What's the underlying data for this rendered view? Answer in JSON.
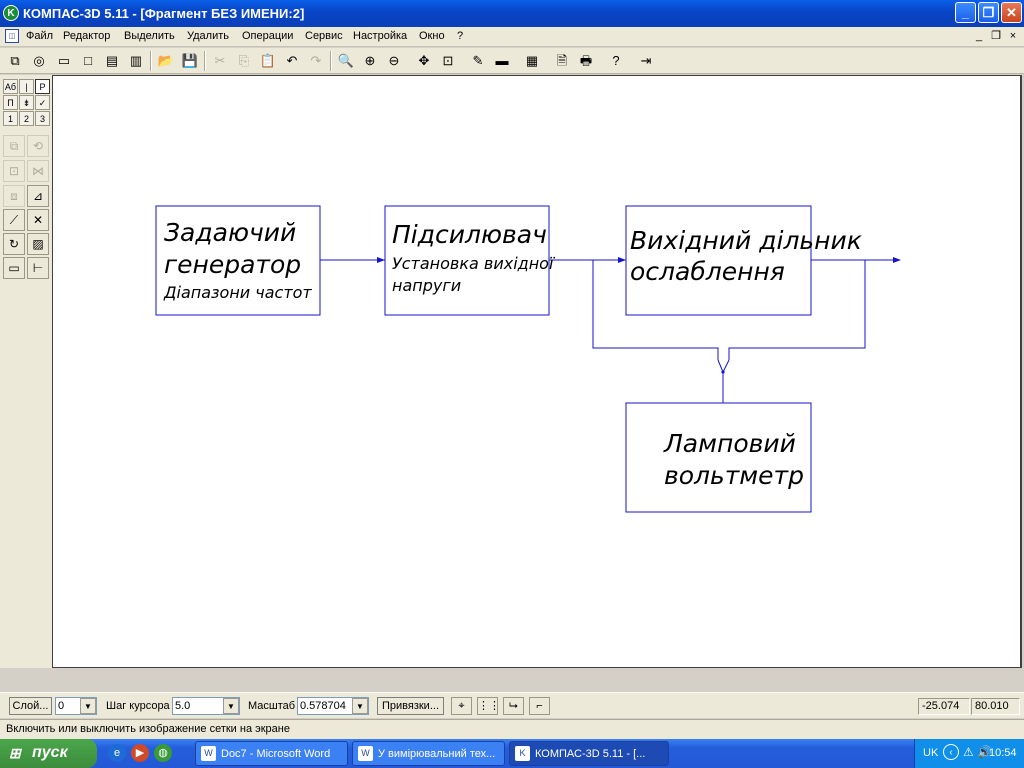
{
  "window": {
    "title": "КОМПАС-3D 5.11 - [Фрагмент БЕЗ ИМЕНИ:2]",
    "minimize": "_",
    "maximize": "❐",
    "close": "✕"
  },
  "menu": {
    "items": [
      "Файл",
      "Редактор",
      "Выделить",
      "Удалить",
      "Операции",
      "Сервис",
      "Настройка",
      "Окно",
      "?"
    ],
    "doc_minimize": "_",
    "doc_restore": "❐",
    "doc_close": "×"
  },
  "left_panel": {
    "tabs": [
      "Аб",
      "|↔|",
      "P",
      "П",
      "⇟",
      "✓",
      "1",
      "2",
      "3"
    ]
  },
  "diagram": {
    "box1_line1": "Задаючий",
    "box1_line2": "генератор",
    "box1_sub": "Діапазони частот",
    "box2_line1": "Підсилювач",
    "box2_sub1": "Установка вихідної",
    "box2_sub2": "напруги",
    "box3_line1": "Вихідний дільник",
    "box3_line2": "ослаблення",
    "box4_line1": "Ламповий",
    "box4_line2": "вольтметр"
  },
  "status": {
    "layer_label": "Слой...",
    "layer_value": "0",
    "step_label": "Шаг курсора",
    "step_value": "5.0",
    "scale_label": "Масштаб",
    "scale_value": "0.578704",
    "snap_button": "Привязки...",
    "coord_x": "-25.074",
    "coord_y": "80.010"
  },
  "hint": "Включить или выключить изображение сетки на экране",
  "taskbar": {
    "start": "пуск",
    "tasks": [
      "Doc7 - Microsoft Word",
      "У вимірювальний тех...",
      "КОМПАС-3D 5.11 - [..."
    ],
    "lang": "UK",
    "clock": "10:54"
  }
}
